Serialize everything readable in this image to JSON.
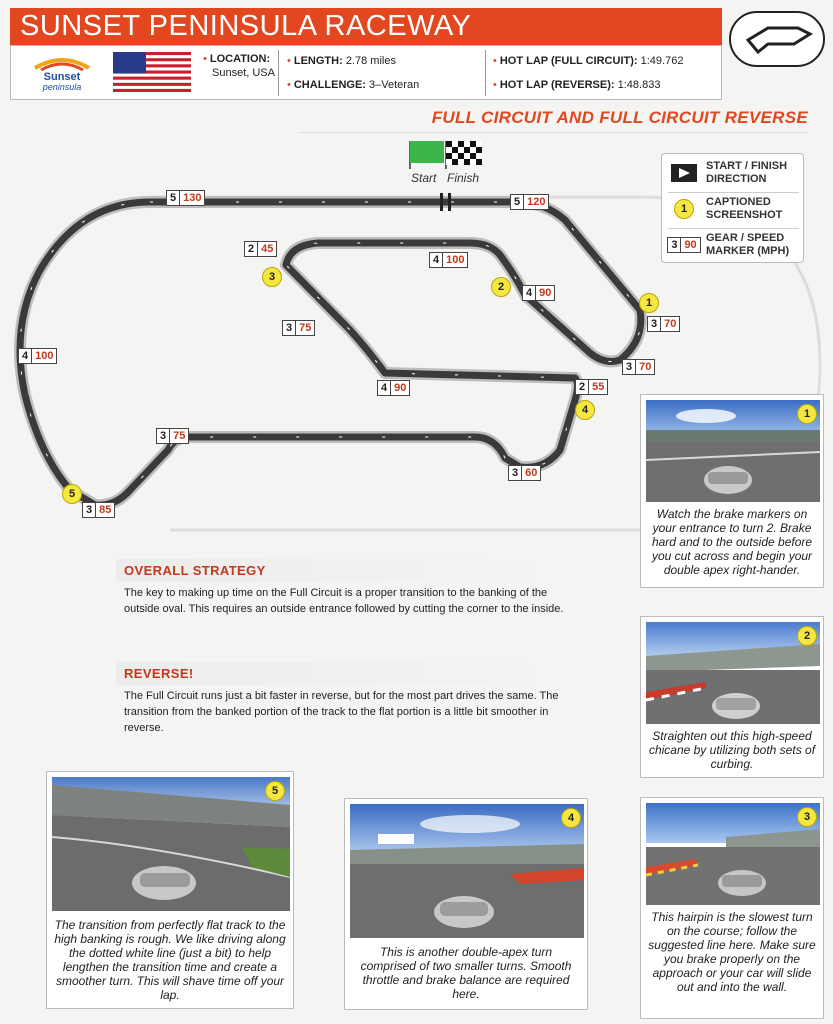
{
  "header": {
    "title": "SUNSET PENINSULA RACEWAY",
    "logo_text_1": "Sunset",
    "logo_text_2": "peninsula"
  },
  "info": {
    "location_label": "LOCATION:",
    "location_value": "Sunset, USA",
    "length_label": "LENGTH:",
    "length_value": "2.78 miles",
    "challenge_label": "CHALLENGE:",
    "challenge_value": "3–Veteran",
    "hotlap_full_label": "HOT LAP (FULL CIRCUIT):",
    "hotlap_full_value": "1:49.762",
    "hotlap_rev_label": "HOT LAP (REVERSE):",
    "hotlap_rev_value": "1:48.833"
  },
  "section_title": "FULL CIRCUIT AND FULL CIRCUIT REVERSE",
  "flags": {
    "start": "Start",
    "finish": "Finish"
  },
  "legend": {
    "direction": "START / FINISH DIRECTION",
    "direction_1": "START / FINISH",
    "direction_2": "DIRECTION",
    "caption_1": "CAPTIONED",
    "caption_2": "SCREENSHOT",
    "caption_num": "1",
    "gear_1": "GEAR / SPEED",
    "gear_2": "MARKER (MPH)",
    "gear_g": "3",
    "gear_s": "90"
  },
  "markers": [
    {
      "g": "5",
      "s": "130"
    },
    {
      "g": "5",
      "s": "120"
    },
    {
      "g": "2",
      "s": "45"
    },
    {
      "g": "4",
      "s": "100"
    },
    {
      "g": "4",
      "s": "90"
    },
    {
      "g": "3",
      "s": "70"
    },
    {
      "g": "3",
      "s": "75"
    },
    {
      "g": "3",
      "s": "70"
    },
    {
      "g": "4",
      "s": "100"
    },
    {
      "g": "4",
      "s": "90"
    },
    {
      "g": "2",
      "s": "55"
    },
    {
      "g": "3",
      "s": "75"
    },
    {
      "g": "3",
      "s": "60"
    },
    {
      "g": "3",
      "s": "85"
    }
  ],
  "captions_on_map": [
    "1",
    "2",
    "3",
    "4",
    "5"
  ],
  "strategy": {
    "overall_title": "OVERALL STRATEGY",
    "overall_body": "The key to making up time on the Full Circuit is a proper transition to the banking of the outside oval. This requires an outside entrance followed by cutting the corner to the inside.",
    "reverse_title": "REVERSE!",
    "reverse_body": "The Full Circuit runs just a bit faster in reverse, but for the most part drives the same. The transition from the banked portion of the track to the flat portion is a little bit smoother in reverse."
  },
  "screens": [
    {
      "num": "1",
      "caption": "Watch the brake markers on your entrance to turn 2. Brake hard and to the outside before you cut across and begin your double apex right-hander."
    },
    {
      "num": "2",
      "caption": "Straighten out this high-speed chicane by utilizing both sets of curbing."
    },
    {
      "num": "3",
      "caption": "This hairpin is the slowest turn on the course; follow the suggested line here. Make sure you brake properly on the approach or your car will slide out and into the wall."
    },
    {
      "num": "4",
      "caption": "This is another double-apex turn comprised of two smaller turns. Smooth throttle and brake balance are required here."
    },
    {
      "num": "5",
      "caption": "The transition from perfectly flat track to the high banking is rough. We like driving along the dotted white line (just a bit) to help lengthen the transition time and create a smoother turn. This will shave time off your lap."
    }
  ],
  "colors": {
    "accent": "#e2471f",
    "track": "#3a3a3a",
    "marker_speed": "#c0391b",
    "caption_dot": "#f5e642"
  }
}
